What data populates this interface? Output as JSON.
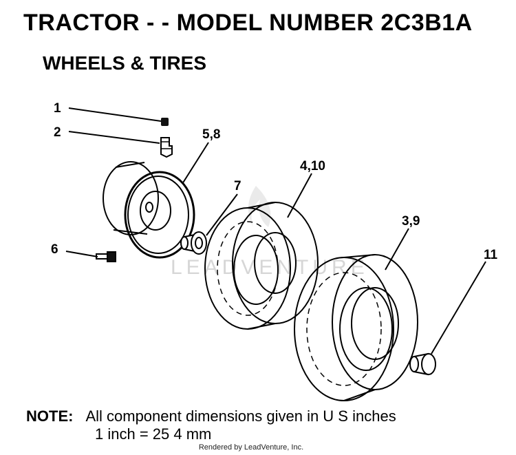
{
  "header": {
    "title": "TRACTOR - - MODEL NUMBER 2C3B1A",
    "subtitle": "WHEELS & TIRES"
  },
  "callouts": {
    "c1": "1",
    "c2": "2",
    "c58": "5,8",
    "c7": "7",
    "c410": "4,10",
    "c6": "6",
    "c39": "3,9",
    "c11": "11"
  },
  "watermark": "LEADVENTURE",
  "note": {
    "label": "NOTE:",
    "line1": "All component dimensions given in U S  inches",
    "line2": "1 inch = 25 4 mm"
  },
  "footer": "Rendered by LeadVenture, Inc."
}
